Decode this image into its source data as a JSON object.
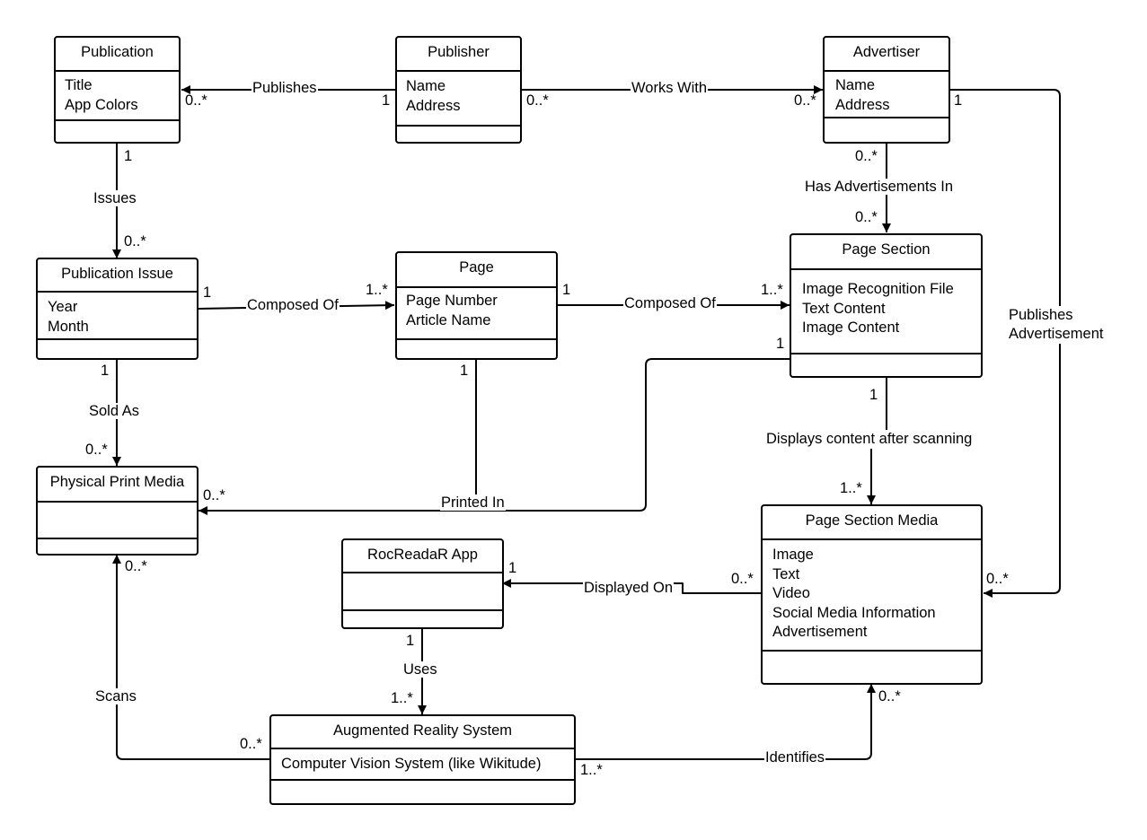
{
  "classes": {
    "publication": {
      "name": "Publication",
      "attributes": [
        "Title",
        "App Colors"
      ]
    },
    "publisher": {
      "name": "Publisher",
      "attributes": [
        "Name",
        "Address"
      ]
    },
    "advertiser": {
      "name": "Advertiser",
      "attributes": [
        "Name",
        "Address"
      ]
    },
    "publication_issue": {
      "name": "Publication Issue",
      "attributes": [
        "Year",
        "Month"
      ]
    },
    "page": {
      "name": "Page",
      "attributes": [
        "Page Number",
        "Article Name"
      ]
    },
    "page_section": {
      "name": "Page Section",
      "attributes": [
        "Image Recognition File",
        "Text Content",
        "Image Content"
      ]
    },
    "physical_print_media": {
      "name": "Physical Print Media",
      "attributes": []
    },
    "rocreadar_app": {
      "name": "RocReadaR App",
      "attributes": []
    },
    "page_section_media": {
      "name": "Page Section Media",
      "attributes": [
        "Image",
        "Text",
        "Video",
        "Social Media Information",
        "Advertisement"
      ]
    },
    "ar_system": {
      "name": "Augmented Reality System",
      "attributes": [
        "Computer Vision System (like Wikitude)"
      ]
    }
  },
  "associations": {
    "publishes": {
      "label": "Publishes",
      "from_mult": "1",
      "to_mult": "0..*"
    },
    "works_with": {
      "label": "Works With",
      "from_mult": "0..*",
      "to_mult": "0..*"
    },
    "issues": {
      "label": "Issues",
      "from_mult": "1",
      "to_mult": "0..*"
    },
    "has_ads_in": {
      "label": "Has Advertisements In",
      "from_mult": "0..*",
      "to_mult": "0..*"
    },
    "publishes_ad": {
      "label": "Publishes\nAdvertisement",
      "from_mult": "1",
      "to_mult": "0..*"
    },
    "composed_of_1": {
      "label": "Composed Of",
      "from_mult": "1",
      "to_mult": "1..*"
    },
    "composed_of_2": {
      "label": "Composed Of",
      "from_mult": "1",
      "to_mult": "1..*"
    },
    "sold_as": {
      "label": "Sold As",
      "from_mult": "1",
      "to_mult": "0..*"
    },
    "printed_in": {
      "label": "Printed In",
      "page_mult": "1",
      "section_mult": "1",
      "to_mult": "0..*"
    },
    "displays_content": {
      "label": "Displays content after scanning",
      "from_mult": "1",
      "to_mult": "1..*"
    },
    "displayed_on": {
      "label": "Displayed On",
      "from_mult": "0..*",
      "to_mult": "1"
    },
    "uses": {
      "label": "Uses",
      "from_mult": "1",
      "to_mult": "1..*"
    },
    "scans": {
      "label": "Scans",
      "from_mult": "0..*",
      "to_mult": "0..*"
    },
    "identifies": {
      "label": "Identifies",
      "from_mult": "1..*",
      "to_mult": "0..*"
    }
  }
}
